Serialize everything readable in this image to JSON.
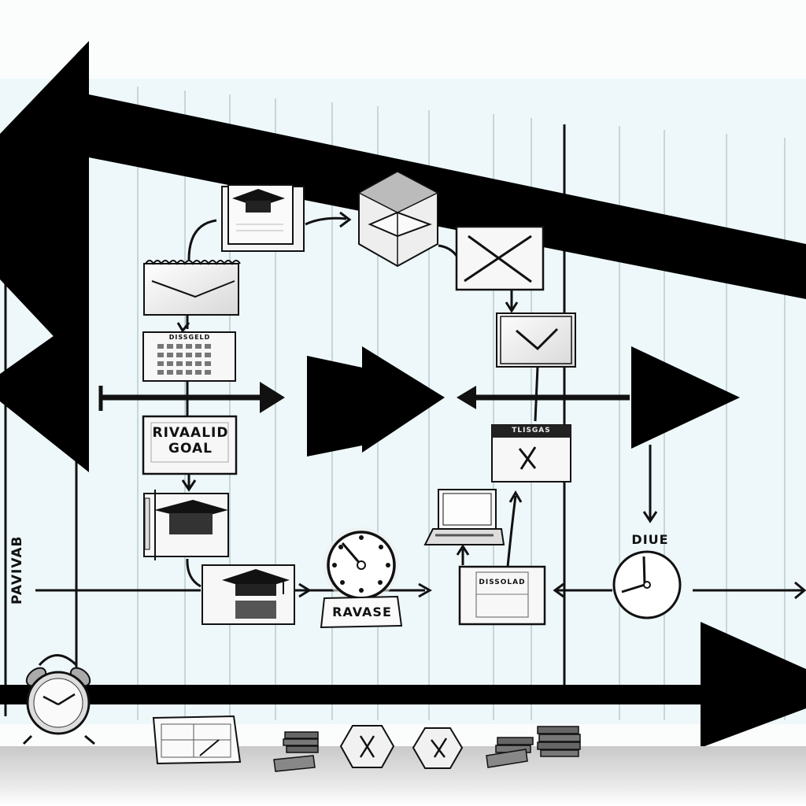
{
  "diagram": {
    "style": "hand-drawn pencil sketch flowchart timeline",
    "colors": {
      "background": "#eef8fa",
      "ink": "#0a0a0a",
      "gridline": "#9fb3b8",
      "floor": "#d9d9d9",
      "paper": "#f6f6f6"
    },
    "labels": {
      "rivalid_goal_line1": "RIVAALID",
      "rivalid_goal_line2": "GOAL",
      "calendar_header": "DISSGELD",
      "ravase": "RAVASE",
      "dissolad": "DISSOLAD",
      "due": "DIUE",
      "pavivab": "PAVIVAB",
      "calendar_x_header": "TLISGAS"
    },
    "nodes": [
      {
        "id": "grad-cap-document",
        "icon": "graduation-cap-document"
      },
      {
        "id": "open-box",
        "icon": "open-box"
      },
      {
        "id": "x-box-top",
        "icon": "x-mark"
      },
      {
        "id": "envelope",
        "icon": "envelope"
      },
      {
        "id": "calendar-grid",
        "icon": "calendar"
      },
      {
        "id": "check-box",
        "icon": "check-mark"
      },
      {
        "id": "rivalid-goal",
        "icon": "text-box"
      },
      {
        "id": "calendar-x",
        "icon": "calendar-x"
      },
      {
        "id": "grad-cap-pencil",
        "icon": "graduation-cap"
      },
      {
        "id": "laptop",
        "icon": "laptop"
      },
      {
        "id": "grad-cap-box",
        "icon": "graduation-cap"
      },
      {
        "id": "stopwatch-ravase",
        "icon": "clock"
      },
      {
        "id": "dissolad-box",
        "icon": "document"
      },
      {
        "id": "due-clock",
        "icon": "clock"
      },
      {
        "id": "alarm-clock",
        "icon": "alarm-clock"
      }
    ],
    "floor_items": [
      "chart-sheet",
      "book-stack",
      "x-hexagon",
      "x-hexagon",
      "book-stack",
      "book-stack"
    ]
  }
}
